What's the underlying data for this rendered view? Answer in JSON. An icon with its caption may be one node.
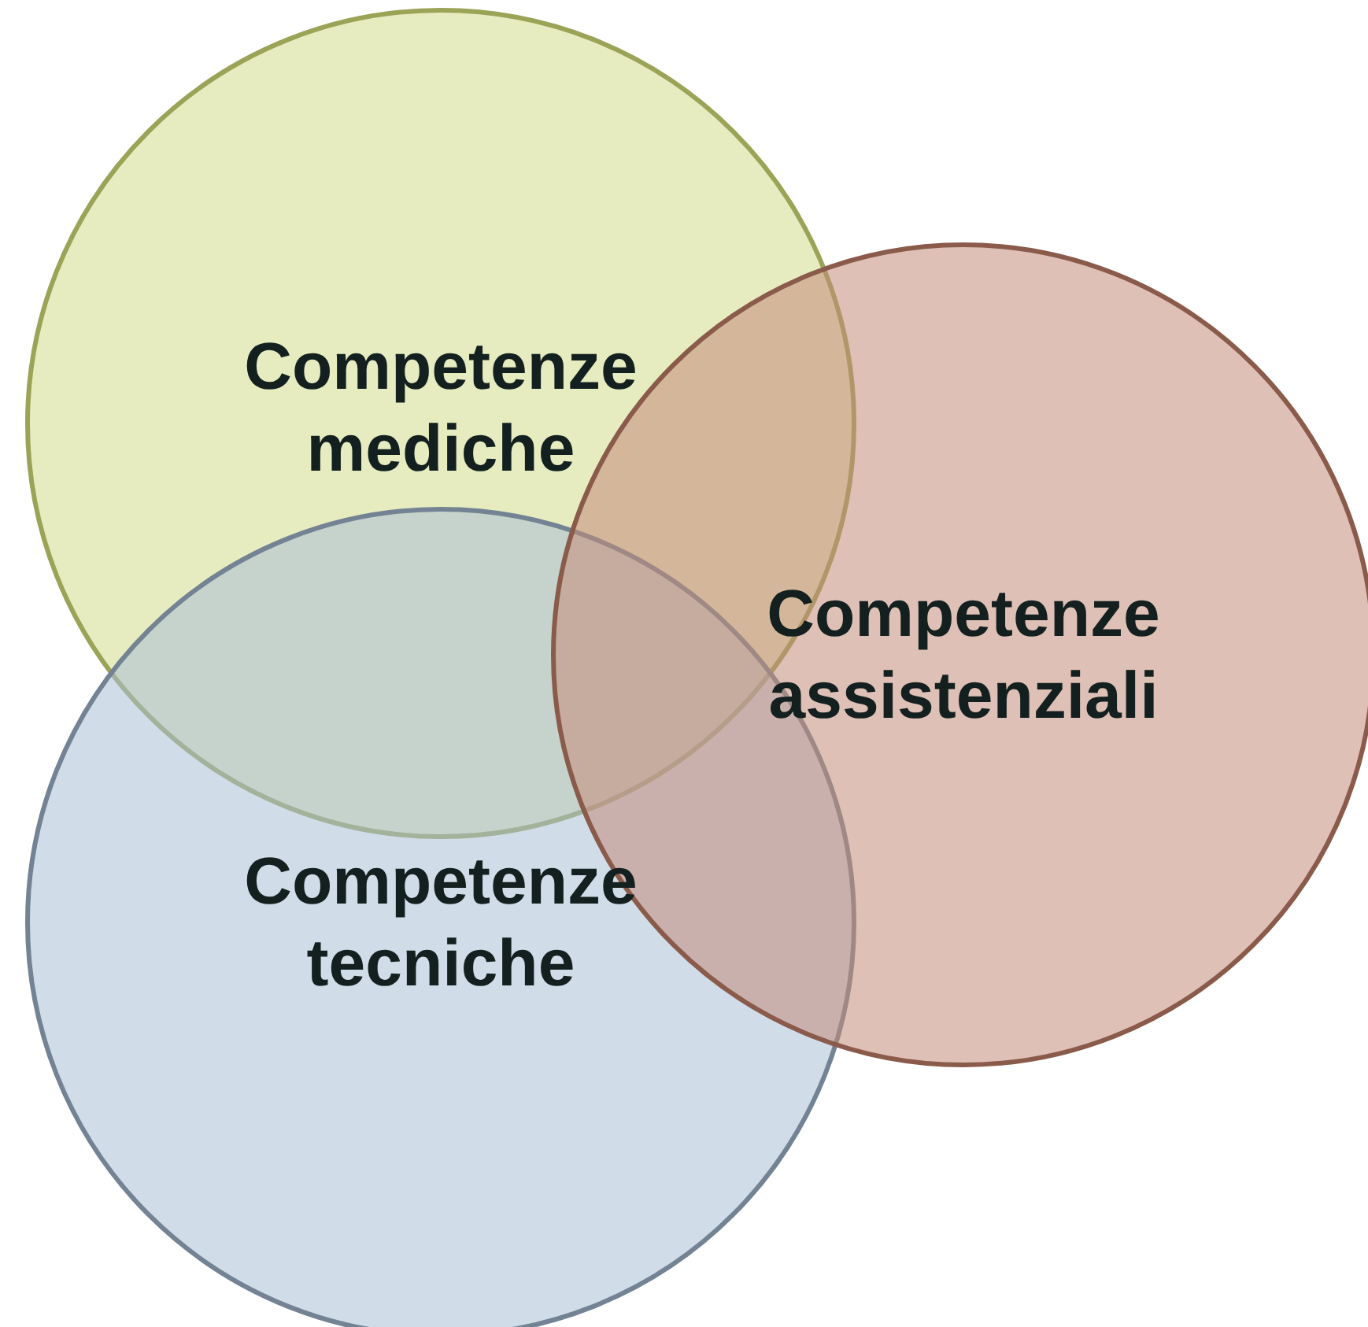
{
  "diagram": {
    "nodes": [
      {
        "text": [
          "Competenze mediche"
        ]
      },
      {
        "text": [
          "Competenze tecniche"
        ]
      },
      {
        "text": [
          "Competenze assistenziali"
        ]
      }
    ]
  }
}
